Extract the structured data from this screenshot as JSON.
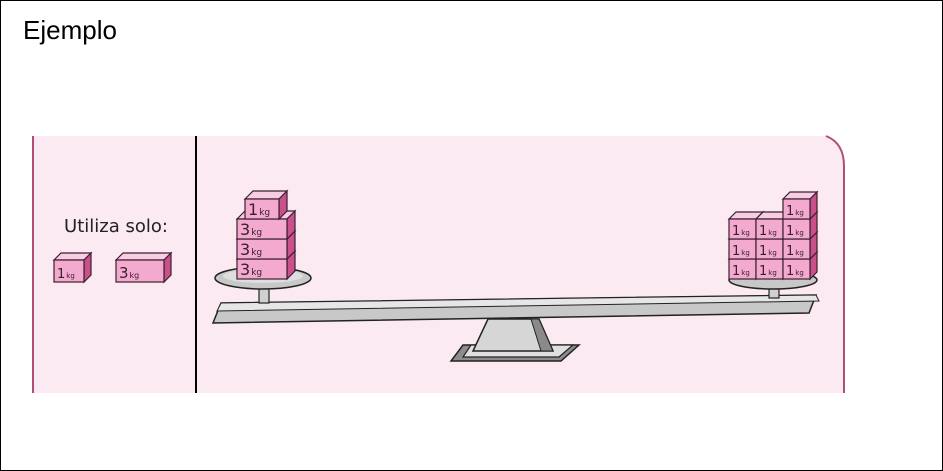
{
  "title": "Ejemplo",
  "panel": {
    "instruction": "Utiliza solo:",
    "legend_weights": [
      {
        "number": "1",
        "unit": "kg"
      },
      {
        "number": "3",
        "unit": "kg"
      }
    ]
  },
  "scale": {
    "left_pan": [
      {
        "number": "3",
        "unit": "kg"
      },
      {
        "number": "3",
        "unit": "kg"
      },
      {
        "number": "3",
        "unit": "kg"
      },
      {
        "number": "1",
        "unit": "kg"
      }
    ],
    "right_pan": [
      {
        "number": "1",
        "unit": "kg"
      },
      {
        "number": "1",
        "unit": "kg"
      },
      {
        "number": "1",
        "unit": "kg"
      },
      {
        "number": "1",
        "unit": "kg"
      },
      {
        "number": "1",
        "unit": "kg"
      },
      {
        "number": "1",
        "unit": "kg"
      },
      {
        "number": "1",
        "unit": "kg"
      },
      {
        "number": "1",
        "unit": "kg"
      },
      {
        "number": "1",
        "unit": "kg"
      },
      {
        "number": "1",
        "unit": "kg"
      }
    ]
  },
  "colors": {
    "panel_bg": "#fbeaf2",
    "panel_border": "#b04e7a",
    "block_front": "#f4a9cf",
    "block_top": "#f8cde3",
    "block_side": "#c9508a",
    "block_edge": "#3a2030",
    "scale_gray": "#c8c8c8"
  }
}
